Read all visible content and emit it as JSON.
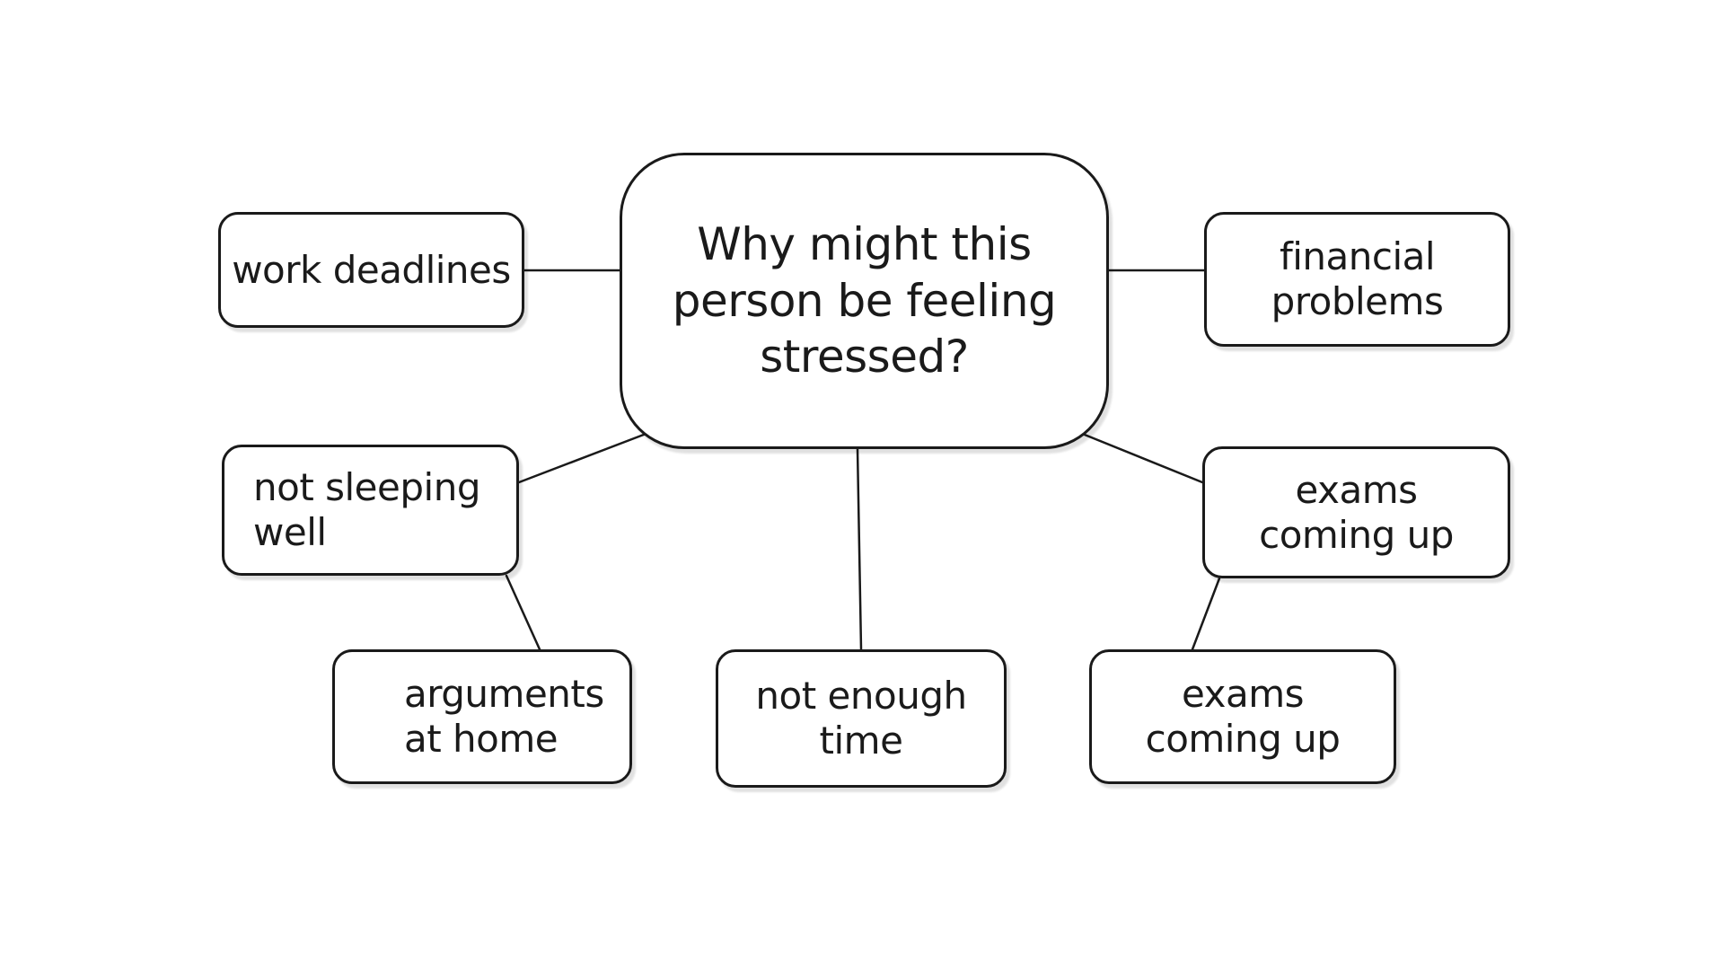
{
  "diagram": {
    "central_question": "Why might this\nperson be feeling\nstressed?",
    "nodes": {
      "work_deadlines": "work deadlines",
      "financial_problems": "financial\nproblems",
      "not_sleeping_well": "not sleeping\nwell",
      "exams_coming_up_top": "exams\ncoming up",
      "arguments_at_home": "arguments\nat home",
      "not_enough_time": "not enough\ntime",
      "exams_coming_up_bottom": "exams\ncoming up"
    },
    "colors": {
      "stroke": "#1a1a1a",
      "background": "#ffffff"
    }
  }
}
